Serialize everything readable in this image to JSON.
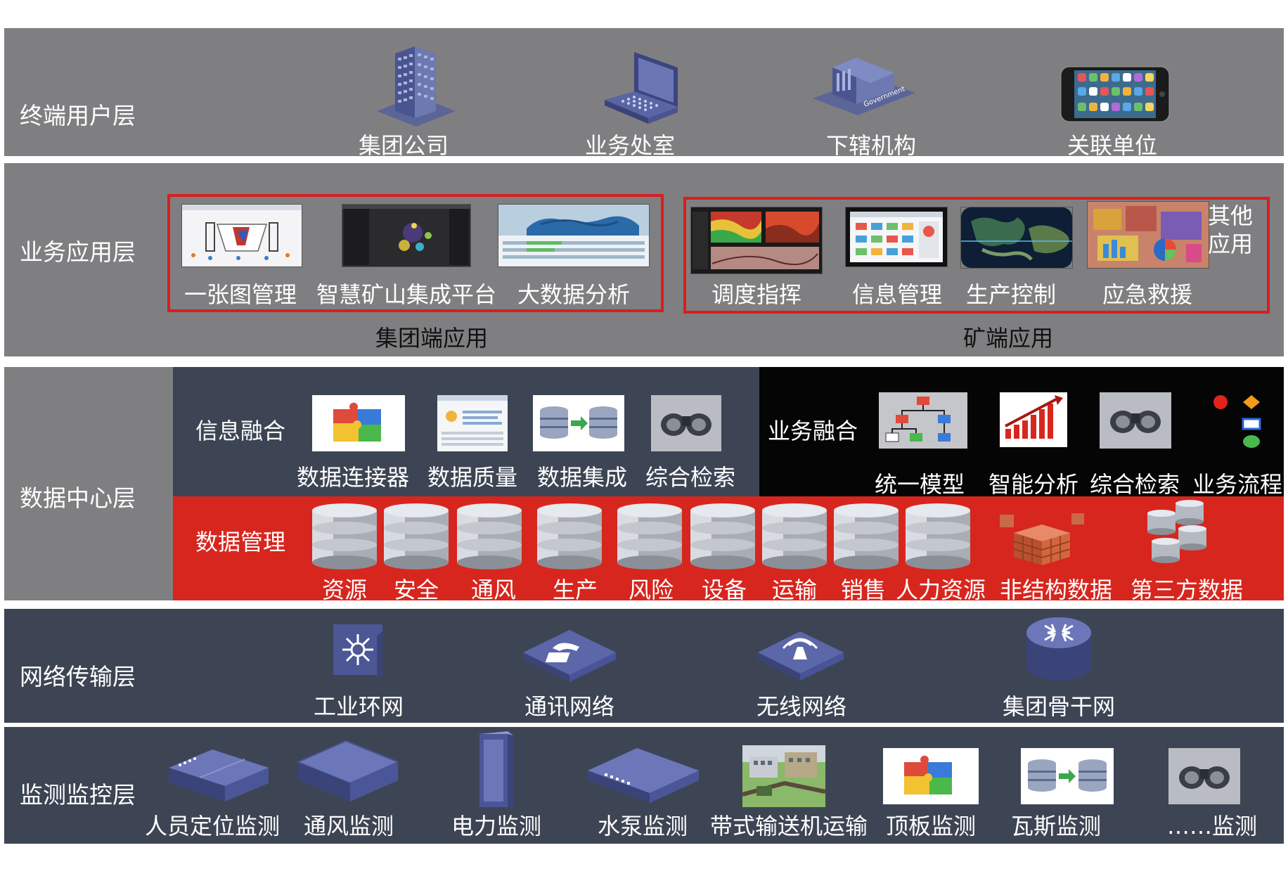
{
  "layers": {
    "terminal": {
      "label": "终端用户层",
      "items": [
        "集团公司",
        "业务处室",
        "下辖机构",
        "关联单位"
      ],
      "icons": [
        "office-building-icon",
        "laptop-icon",
        "government-building-icon",
        "smartphone-icon"
      ]
    },
    "application": {
      "label": "业务应用层",
      "group_apps": {
        "caption": "集团端应用",
        "items": [
          "一张图管理",
          "智慧矿山集成平台",
          "大数据分析"
        ]
      },
      "mine_apps": {
        "caption": "矿端应用",
        "items": [
          "调度指挥",
          "信息管理",
          "生产控制",
          "应急救援"
        ],
        "other": [
          "其他",
          "应用"
        ]
      }
    },
    "datacenter": {
      "label": "数据中心层",
      "info_fusion": {
        "label": "信息融合",
        "items": [
          "数据连接器",
          "数据质量",
          "数据集成",
          "综合检索"
        ]
      },
      "business_fusion": {
        "label": "业务融合",
        "items": [
          "统一模型",
          "智能分析",
          "综合检索",
          "业务流程"
        ]
      },
      "data_management": {
        "label": "数据管理",
        "items": [
          "资源",
          "安全",
          "通风",
          "生产",
          "风险",
          "设备",
          "运输",
          "销售",
          "人力资源",
          "非结构数据",
          "第三方数据"
        ]
      }
    },
    "network": {
      "label": "网络传输层",
      "items": [
        "工业环网",
        "通讯网络",
        "无线网络",
        "集团骨干网"
      ],
      "icons": [
        "switch-icon",
        "phone-router-icon",
        "wireless-router-icon",
        "backbone-router-icon"
      ]
    },
    "monitoring": {
      "label": "监测监控层",
      "items": [
        "人员定位监测",
        "通风监测",
        "电力监测",
        "水泵监测",
        "带式输送机运输",
        "顶板监测",
        "瓦斯监测",
        "……监测"
      ]
    }
  },
  "colors": {
    "gray_band": "#7f7f81",
    "navy_band": "#3d4554",
    "black_panel": "#050505",
    "red_panel": "#d7261e",
    "highlight_box": "#d81e1e"
  }
}
